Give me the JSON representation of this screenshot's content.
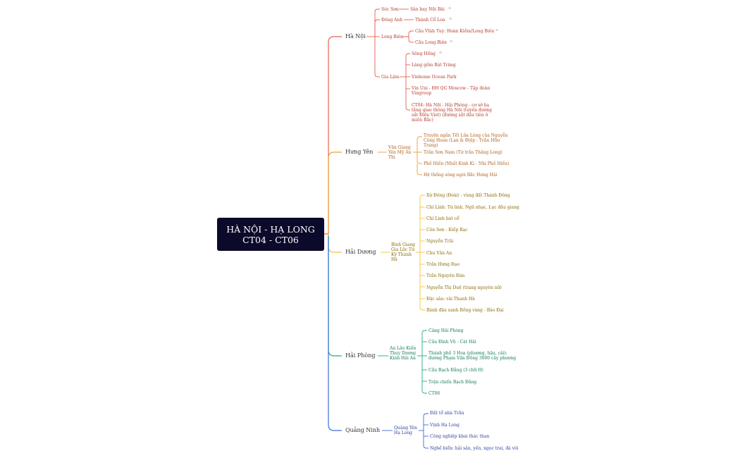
{
  "root": {
    "line1": "HÀ NỘI - HẠ LONG",
    "line2": "CT04 - CT06"
  },
  "branches": [
    {
      "label": "Hà Nội",
      "color": "#e8614c",
      "sub": [
        {
          "label": "Sóc Sơn",
          "leaves": [
            "Sân bay Nội Bài"
          ]
        },
        {
          "label": "Đông Anh",
          "leaves": [
            "Thành Cổ Loa"
          ]
        },
        {
          "label": "Long Biên",
          "leaves": [
            "Cầu Vĩnh Tuy: Hoàn Kiếm/Long Biên",
            "Cầu Long Biên"
          ]
        },
        {
          "label": "Gia Lâm",
          "leaves": [
            "Sông Hồng",
            "Làng gốm Bát Tràng",
            "Vinhome Ocean Park",
            "Vin Uni - ĐH QG Moscow - Tập đoàn Vingroup",
            "CT04: Hà Nội - Hải Phòng - cơ sở hạ tầng giao thông Hà Nội (tuyến đường sắt Điện Viet) (đường sắt đầu tiên ở miền Bắc)"
          ]
        }
      ]
    },
    {
      "label": "Hưng Yên",
      "color": "#f29b3c",
      "sub": [
        {
          "label": "Văn Giang Yên Mỹ Ân Thi",
          "leaves": [
            "Truyện ngắn Tết Lửa Lòng của Nguyễn Công Hoan (Lan & Điệp - Trần Hữu Trang)",
            "Trần Sơn Nam (Tứ trấn Thăng Long)",
            "Phố Hiến (Nhất Kinh Kì - Nhì Phố Hiến)",
            "Hệ thống sông ngòi Bắc Hưng Hải"
          ]
        }
      ]
    },
    {
      "label": "Hải Dương",
      "color": "#f2c43c",
      "sub": [
        {
          "label": "Bình Giang Gia Lộc Tứ Kỳ Thanh Hà",
          "leaves": [
            "Xứ Đông (Đoài) - vùng đất Thánh Đông",
            "Chí Linh: Tứ linh, Ngũ nhạc, Lục đầu giang",
            "Chí Linh bát cổ",
            "Côn Sơn - Kiếp Bạc",
            "Nguyễn Trãi",
            "Chu Văn An",
            "Trần Hưng Đạo",
            "Trần Nguyên Đán",
            "Nguyễn Thị Duệ (trạng nguyên nữ)",
            "Đặc sản: vải Thanh Hà",
            "Bánh đậu xanh Rồng vàng - Bảo Đại"
          ]
        }
      ]
    },
    {
      "label": "Hải Phòng",
      "color": "#1fae7e",
      "sub": [
        {
          "label": "An Lão Kiến Thuỵ Dương Kinh Hải An",
          "leaves": [
            "Cảng Hải Phòng",
            "Cầu Đình Vũ - Cát Hải",
            "Thành phố 3 Hoa (phượng, hậu, cải): đường Phạm Văn Đồng 3000 cây phượng",
            "Cầu Bạch Đằng (3 chữ H)",
            "Trận chiến Bạch Đằng",
            "CT06"
          ]
        }
      ]
    },
    {
      "label": "Quảng Ninh",
      "color": "#3a6fd6",
      "sub": [
        {
          "label": "Quảng Yên Hạ Long",
          "leaves": [
            "Đất tổ nhà Trần",
            "Vịnh Hạ Long",
            "Công nghiệp khai thác than",
            "Nghề biển: hải sản, yến, ngọc trai, đá vôi"
          ]
        }
      ]
    }
  ],
  "note_icon": "note-icon"
}
